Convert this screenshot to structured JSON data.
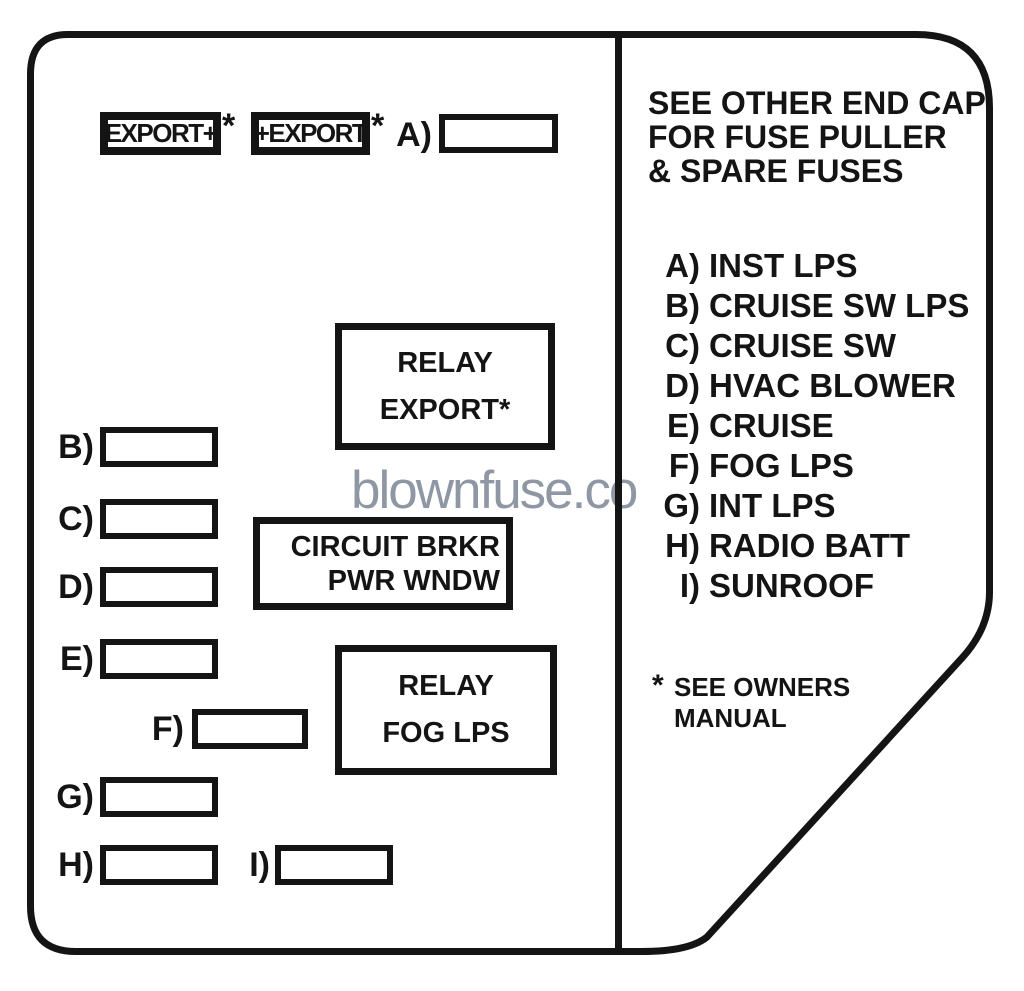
{
  "colors": {
    "ink": "#141414",
    "watermark_gray": "#8e97a3",
    "background": "#ffffff"
  },
  "watermark": {
    "text": "blownfuse.co"
  },
  "export_row": {
    "box1_label": "EXPORT+",
    "box2_label": "+EXPORT",
    "asterisk": "*"
  },
  "slots": {
    "a": "A)",
    "b": "B)",
    "c": "C)",
    "d": "D)",
    "e": "E)",
    "f": "F)",
    "g": "G)",
    "h": "H)",
    "i": "I)"
  },
  "relay_export": {
    "line1": "RELAY",
    "line2": "EXPORT*"
  },
  "circuit_breaker": {
    "line1": "CIRCUIT BRKR",
    "line2": "PWR WNDW"
  },
  "relay_fog": {
    "line1": "RELAY",
    "line2": "FOG LPS"
  },
  "legend": {
    "note_lines": [
      "SEE OTHER END CAP",
      "FOR FUSE PULLER",
      "& SPARE FUSES"
    ],
    "items": [
      {
        "letter": "A)",
        "label": "INST LPS"
      },
      {
        "letter": "B)",
        "label": "CRUISE SW LPS"
      },
      {
        "letter": "C)",
        "label": "CRUISE SW"
      },
      {
        "letter": "D)",
        "label": "HVAC BLOWER"
      },
      {
        "letter": "E)",
        "label": "CRUISE"
      },
      {
        "letter": "F)",
        "label": "FOG LPS"
      },
      {
        "letter": "G)",
        "label": "INT LPS"
      },
      {
        "letter": "H)",
        "label": "RADIO BATT"
      },
      {
        "letter": "I)",
        "label": "SUNROOF"
      }
    ],
    "footnote": {
      "marker": "*",
      "lines": [
        "SEE OWNERS",
        "MANUAL"
      ]
    }
  }
}
